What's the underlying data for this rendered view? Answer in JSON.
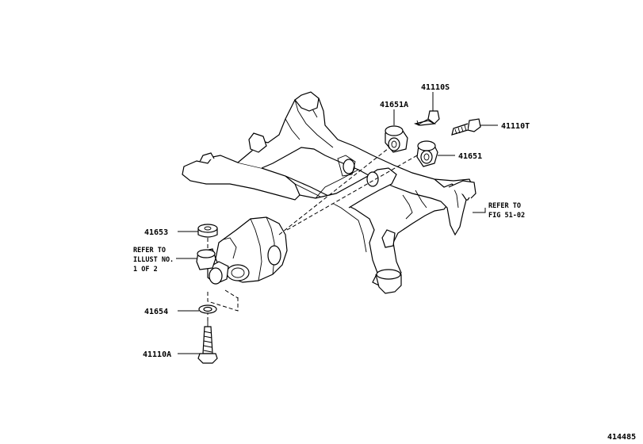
{
  "labels": {
    "p41110S": "41110S",
    "p41651A": "41651A",
    "p41110T": "41110T",
    "p41651": "41651",
    "refer_fig_line1": "REFER TO",
    "refer_fig_line2": "FIG 51-02",
    "p41653": "41653",
    "refer_illust_line1": "REFER TO",
    "refer_illust_line2": "ILLUST NO.",
    "refer_illust_line3": "1 OF 2",
    "p41654": "41654",
    "p41110A": "41110A",
    "illustration_number": "414485"
  }
}
